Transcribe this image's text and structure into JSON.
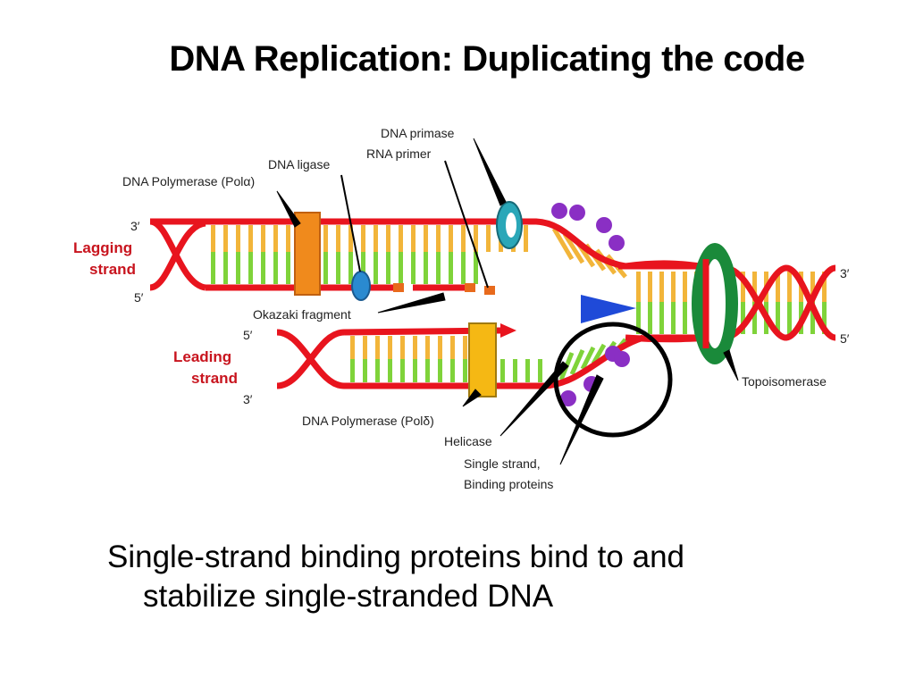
{
  "slide": {
    "title": "DNA Replication:  Duplicating the code",
    "caption_line1": "Single-strand binding proteins bind to and",
    "caption_line2": "stabilize single-stranded DNA"
  },
  "diagram": {
    "labels": {
      "dna_primase": "DNA primase",
      "rna_primer": "RNA primer",
      "dna_ligase": "DNA ligase",
      "pol_alpha": "DNA Polymerase (Polα)",
      "okazaki": "Okazaki fragment",
      "pol_delta": "DNA Polymerase (Polδ)",
      "helicase": "Helicase",
      "ssb_line1": "Single strand,",
      "ssb_line2": "Binding proteins",
      "topoisomerase": "Topoisomerase",
      "lagging_1": "Lagging",
      "lagging_2": "strand",
      "leading_1": "Leading",
      "leading_2": "strand",
      "three_prime": "3′",
      "five_prime": "5′"
    },
    "colors": {
      "backbone": "#e8141e",
      "base_yellow": "#f2b53a",
      "base_green": "#7fd33a",
      "polymerase": "#f08a1c",
      "primase": "#2aa7b8",
      "topoisomerase": "#1a8a3a",
      "ssb": "#8a2fc4",
      "helicase": "#1f4ad8"
    }
  }
}
